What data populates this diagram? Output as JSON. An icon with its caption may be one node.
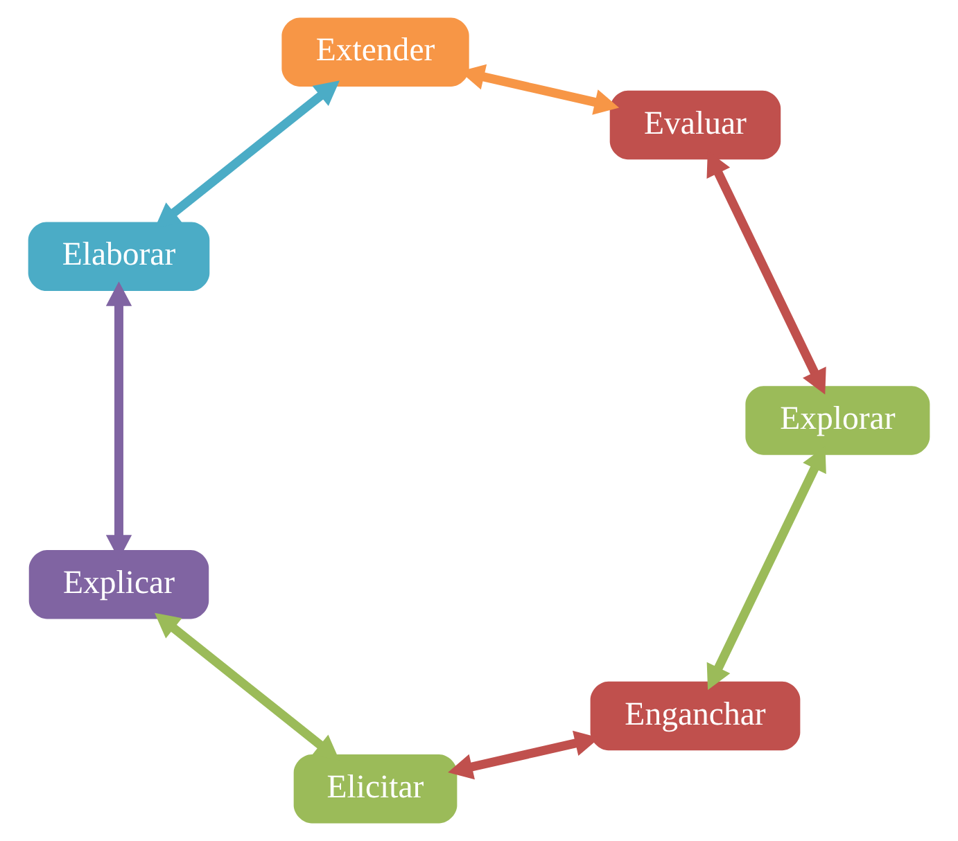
{
  "diagram": {
    "nodes": [
      {
        "text": [
          "Enganchar"
        ]
      },
      {
        "text": [
          "Elicitar"
        ]
      },
      {
        "text": [
          "Explicar"
        ]
      },
      {
        "text": [
          "Elaborar"
        ]
      },
      {
        "text": [
          "Extender"
        ]
      },
      {
        "text": [
          "Evaluar"
        ]
      },
      {
        "text": [
          "Explorar"
        ]
      }
    ],
    "edges": [
      {
        "from": 0,
        "to": 1,
        "arrow": "both",
        "color": "#c0504d"
      },
      {
        "from": 1,
        "to": 2,
        "arrow": "both",
        "color": "#9bbb59"
      },
      {
        "from": 2,
        "to": 3,
        "arrow": "both",
        "color": "#8064a2"
      },
      {
        "from": 3,
        "to": 4,
        "arrow": "both",
        "color": "#4bacc6"
      },
      {
        "from": 4,
        "to": 5,
        "arrow": "both",
        "color": "#f79646"
      },
      {
        "from": 5,
        "to": 6,
        "arrow": "both",
        "color": "#c0504d"
      },
      {
        "from": 6,
        "to": 0,
        "arrow": "both",
        "color": "#9bbb59"
      }
    ]
  }
}
